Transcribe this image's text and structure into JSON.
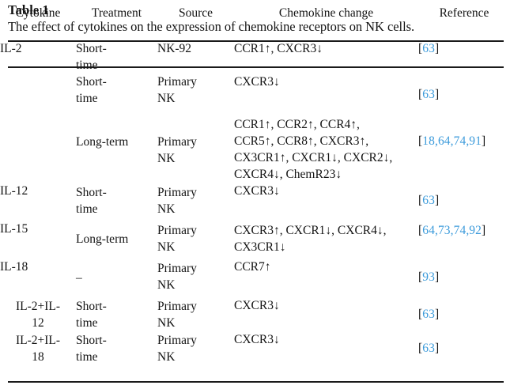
{
  "caption": {
    "label": "Table 1",
    "text": "The effect of cytokines on the expression of chemokine receptors on NK cells."
  },
  "colors": {
    "reference_link": "#3c9bdb",
    "text": "#141414",
    "rule": "#1a1a1a"
  },
  "table": {
    "columns": [
      "Cytokine",
      "Treatment",
      "Source",
      "Chemokine change",
      "Reference"
    ],
    "rows": [
      {
        "cytokine": "IL-2",
        "cytokine_rowspan": 3,
        "treatment": [
          "Short-",
          "time"
        ],
        "source": [
          "NK-92"
        ],
        "change": [
          "CCR1↑, CXCR3↓"
        ],
        "reference_open": "[",
        "reference_nums": "63",
        "reference_close": "]"
      },
      {
        "cytokine": null,
        "treatment": [
          "Short-",
          "time"
        ],
        "source": [
          "Primary",
          "NK"
        ],
        "change": [
          "CXCR3↓"
        ],
        "reference_open": "[",
        "reference_nums": "63",
        "reference_close": "]"
      },
      {
        "cytokine": null,
        "treatment": [
          "Long-term"
        ],
        "source": [
          "Primary",
          "NK"
        ],
        "change": [
          "CCR1↑, CCR2↑, CCR4↑,",
          "CCR5↑, CCR8↑, CXCR3↑,",
          "CX3CR1↑, CXCR1↓, CXCR2↓,",
          "CXCR4↓, ChemR23↓"
        ],
        "reference_open": "[",
        "reference_nums": "18,64,74,",
        "reference_nums2": "91",
        "reference_close": "]"
      },
      {
        "cytokine": "IL-12",
        "treatment": [
          "Short-",
          "time"
        ],
        "source": [
          "Primary",
          "NK"
        ],
        "change": [
          "CXCR3↓"
        ],
        "reference_open": "[",
        "reference_nums": "63",
        "reference_close": "]"
      },
      {
        "cytokine": "IL-15",
        "treatment": [
          "Long-term"
        ],
        "source": [
          "Primary",
          "NK"
        ],
        "change": [
          "CXCR3↑, CXCR1↓, CXCR4↓,",
          "CX3CR1↓"
        ],
        "reference_open": "[",
        "reference_nums": "64,73,74,",
        "reference_nums2": "92",
        "reference_close": "]"
      },
      {
        "cytokine": "IL-18",
        "treatment": [
          "–"
        ],
        "source": [
          "Primary",
          "NK"
        ],
        "change": [
          "CCR7↑"
        ],
        "reference_open": "[",
        "reference_nums": "93",
        "reference_close": "]"
      },
      {
        "cytokine_lines": [
          "IL-2+IL-",
          "12"
        ],
        "treatment": [
          "Short-",
          "time"
        ],
        "source": [
          "Primary",
          "NK"
        ],
        "change": [
          "CXCR3↓"
        ],
        "reference_open": "[",
        "reference_nums": "63",
        "reference_close": "]"
      },
      {
        "cytokine_lines": [
          "IL-2+IL-",
          "18"
        ],
        "treatment": [
          "Short-",
          "time"
        ],
        "source": [
          "Primary",
          "NK"
        ],
        "change": [
          "CXCR3↓"
        ],
        "reference_open": "[",
        "reference_nums": "63",
        "reference_close": "]"
      }
    ]
  }
}
